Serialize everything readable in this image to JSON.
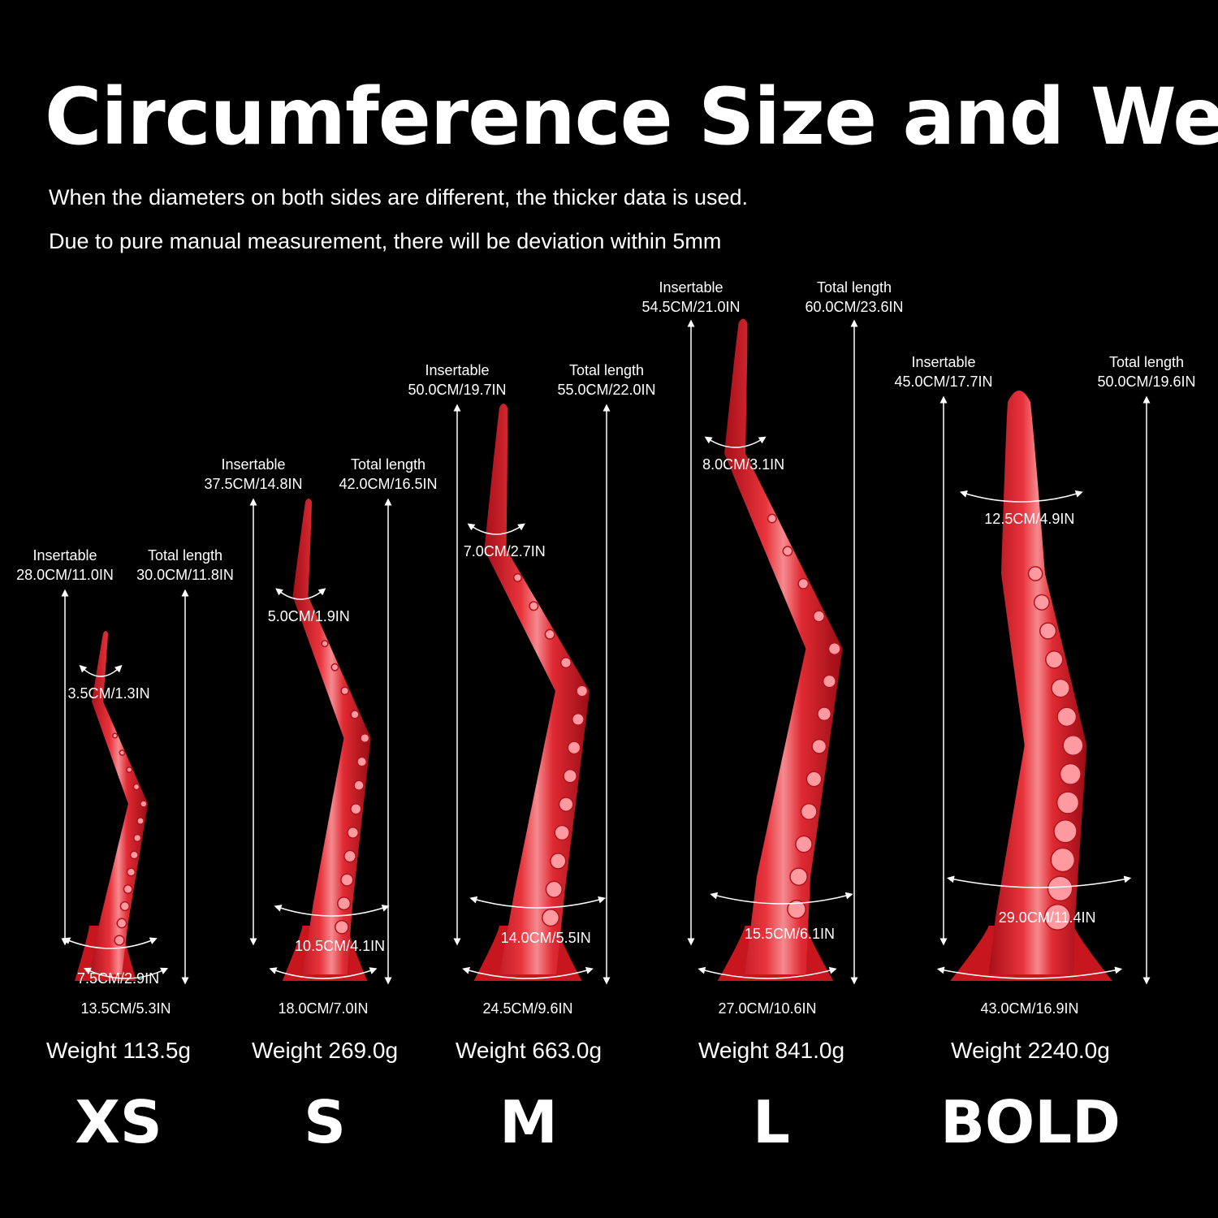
{
  "header": {
    "title": "Circumference Size and Weight",
    "note_1": "When the diameters on both sides are different, the thicker data is used.",
    "note_2": "Due to pure manual measurement, there will be deviation within 5mm"
  },
  "colors": {
    "background": "#000000",
    "text": "#ffffff",
    "tentacle": "#d4202a",
    "tentacle_highlight": "#f07a80",
    "sucker": "#ff9aa0"
  },
  "products": [
    {
      "size": "XS",
      "insertable_label": "Insertable",
      "insertable_value": "28.0CM/11.0IN",
      "total_label": "Total length",
      "total_value": "30.0CM/11.8IN",
      "tip_circ": "3.5CM/1.3IN",
      "mid_circ": "7.5CM/2.9IN",
      "base_circ": "13.5CM/5.3IN",
      "weight": "Weight  113.5g"
    },
    {
      "size": "S",
      "insertable_label": "Insertable",
      "insertable_value": "37.5CM/14.8IN",
      "total_label": "Total length",
      "total_value": "42.0CM/16.5IN",
      "tip_circ": "5.0CM/1.9IN",
      "mid_circ": "10.5CM/4.1IN",
      "base_circ": "18.0CM/7.0IN",
      "weight": "Weight  269.0g"
    },
    {
      "size": "M",
      "insertable_label": "Insertable",
      "insertable_value": "50.0CM/19.7IN",
      "total_label": "Total length",
      "total_value": "55.0CM/22.0IN",
      "tip_circ": "7.0CM/2.7IN",
      "mid_circ": "14.0CM/5.5IN",
      "base_circ": "24.5CM/9.6IN",
      "weight": "Weight 663.0g"
    },
    {
      "size": "L",
      "insertable_label": "Insertable",
      "insertable_value": "54.5CM/21.0IN",
      "total_label": "Total length",
      "total_value": "60.0CM/23.6IN",
      "tip_circ": "8.0CM/3.1IN",
      "mid_circ": "15.5CM/6.1IN",
      "base_circ": "27.0CM/10.6IN",
      "weight": "Weight  841.0g"
    },
    {
      "size": "BOLD",
      "insertable_label": "Insertable",
      "insertable_value": "45.0CM/17.7IN",
      "total_label": "Total length",
      "total_value": "50.0CM/19.6IN",
      "tip_circ": "12.5CM/4.9IN",
      "mid_circ": "29.0CM/11.4IN",
      "base_circ": "43.0CM/16.9IN",
      "weight": "Weight  2240.0g"
    }
  ]
}
